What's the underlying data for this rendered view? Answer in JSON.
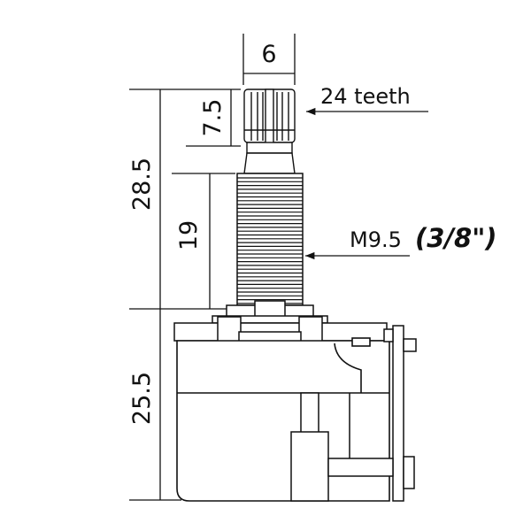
{
  "dimensions": {
    "shaft_width": "6",
    "knurl_height": "7.5",
    "shaft_total_height": "28.5",
    "thread_height": "19",
    "body_height": "25.5"
  },
  "labels": {
    "teeth": "24 teeth",
    "thread_spec": "M9.5",
    "thread_imperial": "(3/8\")"
  },
  "colors": {
    "line": "#111111",
    "body_fill": "#ffffff",
    "shadow": "#444444"
  }
}
